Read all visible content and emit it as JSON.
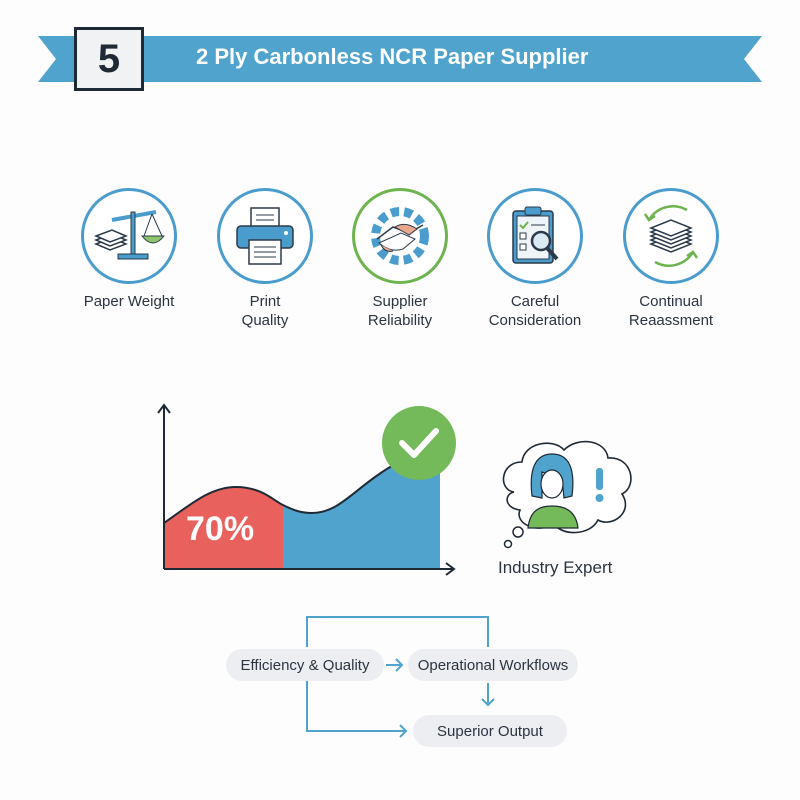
{
  "header": {
    "step_number": "5",
    "title": "2 Ply Carbonless NCR Paper Supplier",
    "banner_color": "#4fa3cc"
  },
  "features": [
    {
      "label_line1": "Paper Weight",
      "label_line2": "",
      "icon": "balance-scale-icon"
    },
    {
      "label_line1": "Print",
      "label_line2": "Quality",
      "icon": "printer-icon"
    },
    {
      "label_line1": "Supplier",
      "label_line2": "Reliability",
      "icon": "handshake-gear-icon"
    },
    {
      "label_line1": "Careful",
      "label_line2": "Consideration",
      "icon": "clipboard-magnifier-icon"
    },
    {
      "label_line1": "Continual",
      "label_line2": "Reaassment",
      "icon": "paper-stack-cycle-icon"
    }
  ],
  "chart": {
    "highlight_label": "70%",
    "highlight_color": "#e8615c",
    "area_color": "#4fa3cc",
    "check_color": "#74b95a"
  },
  "expert": {
    "label": "Industry Expert",
    "icon": "thinking-person-icon"
  },
  "flow": {
    "nodes": [
      "Efficiency & Quality",
      "Operational Workflows",
      "Superior Output"
    ],
    "arrow_color": "#4fa3cc"
  }
}
